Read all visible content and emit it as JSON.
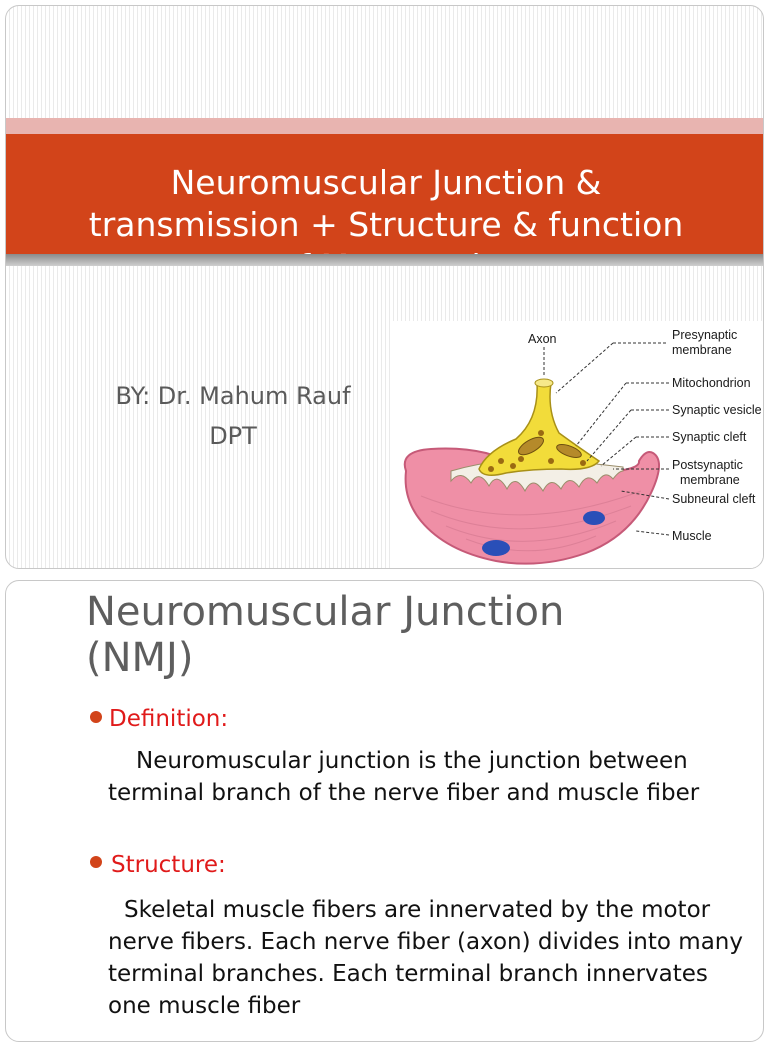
{
  "slide1": {
    "title": "Neuromuscular Junction & transmission + Structure & function of Motor Unit",
    "author_line": "BY: Dr. Mahum Rauf",
    "degree": "DPT",
    "figure": {
      "labels": {
        "axon": "Axon",
        "presynaptic_1": "Presynaptic",
        "presynaptic_2": "membrane",
        "mitochondrion": "Mitochondrion",
        "synaptic_vesicle": "Synaptic vesicle",
        "synaptic_cleft": "Synaptic cleft",
        "postsynaptic_1": "Postsynaptic",
        "postsynaptic_2": "membrane",
        "subneural_cleft": "Subneural cleft",
        "muscle": "Muscle"
      },
      "colors": {
        "muscle": "#ef8fa6",
        "axon": "#f2dc3a",
        "nucleus": "#2a4fb8"
      }
    }
  },
  "slide2": {
    "title_line1": "Neuromuscular Junction",
    "title_line2": "(NMJ)",
    "definition_label": "Definition:",
    "definition_text": "Neuromuscular junction is the junction between terminal branch of the nerve fiber and muscle fiber",
    "structure_label": "Structure:",
    "structure_text": "Skeletal muscle fibers are innervated by the motor nerve fibers. Each nerve fiber (axon) divides into many terminal branches. Each terminal branch innervates one muscle fiber"
  },
  "colors": {
    "accent": "#d2441a",
    "heading_red": "#e01a1a"
  }
}
